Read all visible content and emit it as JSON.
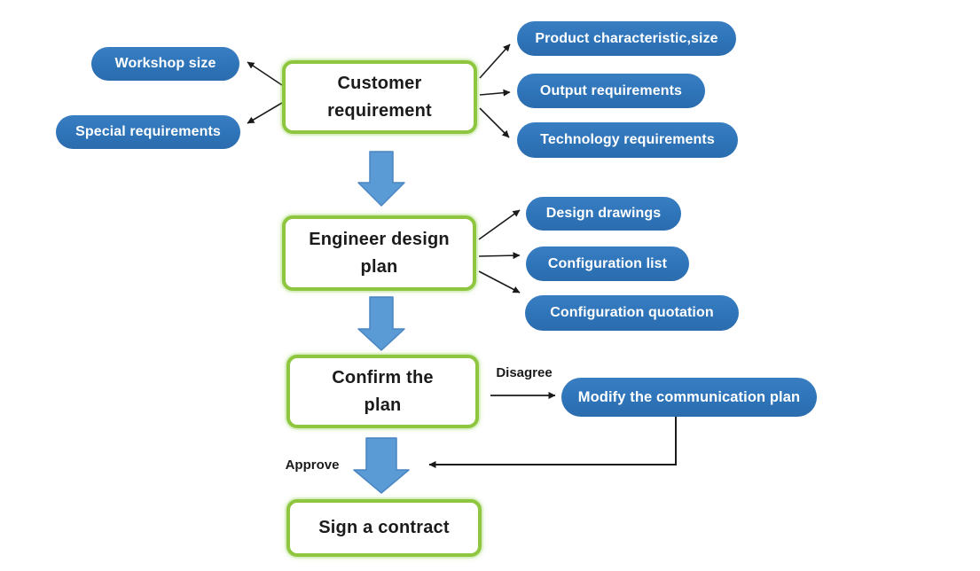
{
  "colors": {
    "pill_blue": "#2e74b8",
    "pill_text": "#ffffff",
    "stage_border_green": "#8ec63f",
    "stage_fill": "#ffffff",
    "stage_text": "#1b1b1b",
    "block_arrow_fill": "#5b9bd5",
    "block_arrow_stroke": "#4a86c2",
    "connector_black": "#1a1a1a",
    "background": "#ffffff"
  },
  "stages": {
    "customer": {
      "label": "Customer\nrequirement"
    },
    "engineer": {
      "label": "Engineer design\nplan"
    },
    "confirm": {
      "label": "Confirm the\nplan"
    },
    "contract": {
      "label": "Sign a contract"
    }
  },
  "customer_inputs_left": [
    {
      "label": "Workshop size"
    },
    {
      "label": "Special requirements"
    }
  ],
  "customer_details_right": [
    {
      "label": "Product characteristic,size"
    },
    {
      "label": "Output requirements"
    },
    {
      "label": "Technology requirements"
    }
  ],
  "engineer_outputs_right": [
    {
      "label": "Design drawings"
    },
    {
      "label": "Configuration list"
    },
    {
      "label": "Configuration quotation"
    }
  ],
  "decision": {
    "disagree_label": "Disagree",
    "approve_label": "Approve",
    "modify_pill": {
      "label": "Modify the communication plan"
    }
  }
}
